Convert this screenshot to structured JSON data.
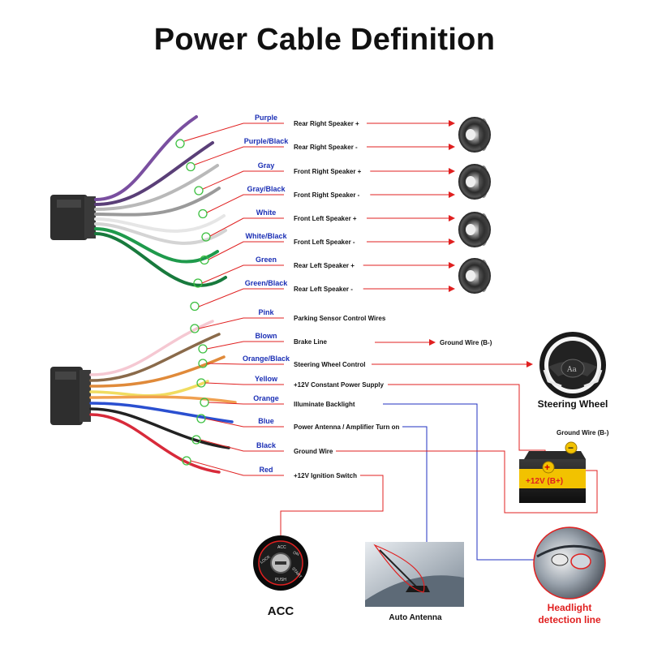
{
  "title": "Power Cable Definition",
  "speaker_wires": [
    {
      "color_name": "Purple",
      "function": "Rear Right Speaker +",
      "hex": "#7a4fa0"
    },
    {
      "color_name": "Purple/Black",
      "function": "Rear Right Speaker -",
      "hex": "#5a3f78"
    },
    {
      "color_name": "Gray",
      "function": "Front Right Speaker +",
      "hex": "#b9b9b9"
    },
    {
      "color_name": "Gray/Black",
      "function": "Front Right Speaker -",
      "hex": "#9a9a9a"
    },
    {
      "color_name": "White",
      "function": "Front Left Speaker +",
      "hex": "#e6e6e6"
    },
    {
      "color_name": "White/Black",
      "function": "Front Left Speaker -",
      "hex": "#d4d4d4"
    },
    {
      "color_name": "Green",
      "function": "Rear Left Speaker +",
      "hex": "#1f9a4c"
    },
    {
      "color_name": "Green/Black",
      "function": "Rear Left Speaker -",
      "hex": "#187a3d"
    }
  ],
  "power_wires": [
    {
      "color_name": "Pink",
      "function": "Parking Sensor Control Wires",
      "hex": "#f5c8d2"
    },
    {
      "color_name": "Blown",
      "function": "Brake Line",
      "hex": "#8a6a4a"
    },
    {
      "color_name": "Orange/Black",
      "function": "Steering Wheel Control",
      "hex": "#e08a3a"
    },
    {
      "color_name": "Yellow",
      "function": "+12V Constant Power Supply",
      "hex": "#f0dc60"
    },
    {
      "color_name": "Orange",
      "function": "Illuminate Backlight",
      "hex": "#f0a050"
    },
    {
      "color_name": "Blue",
      "function": "Power Antenna / Amplifier Turn on",
      "hex": "#2a4fd0"
    },
    {
      "color_name": "Black",
      "function": "Ground Wire",
      "hex": "#222222"
    },
    {
      "color_name": "Red",
      "function": "+12V  Ignition Switch",
      "hex": "#d82a3a"
    }
  ],
  "ground_wire_label": "Ground Wire (B-)",
  "steering_wheel_label": "Steering Wheel",
  "battery": {
    "ground_label": "Ground Wire (B-)",
    "plus_label": "+12V  (B+)"
  },
  "acc_label": "ACC",
  "ignition_text": {
    "lock": "LOCK",
    "acc": "ACC",
    "on": "ON",
    "start": "START",
    "push": "PUSH"
  },
  "auto_antenna_label": "Auto Antenna",
  "headlight_label_line1": "Headlight",
  "headlight_label_line2": "detection line",
  "colors": {
    "label_blue": "#1b2fb5",
    "line_red": "#e02020",
    "line_blue": "#2030c0",
    "ring_green": "#3cc040"
  }
}
